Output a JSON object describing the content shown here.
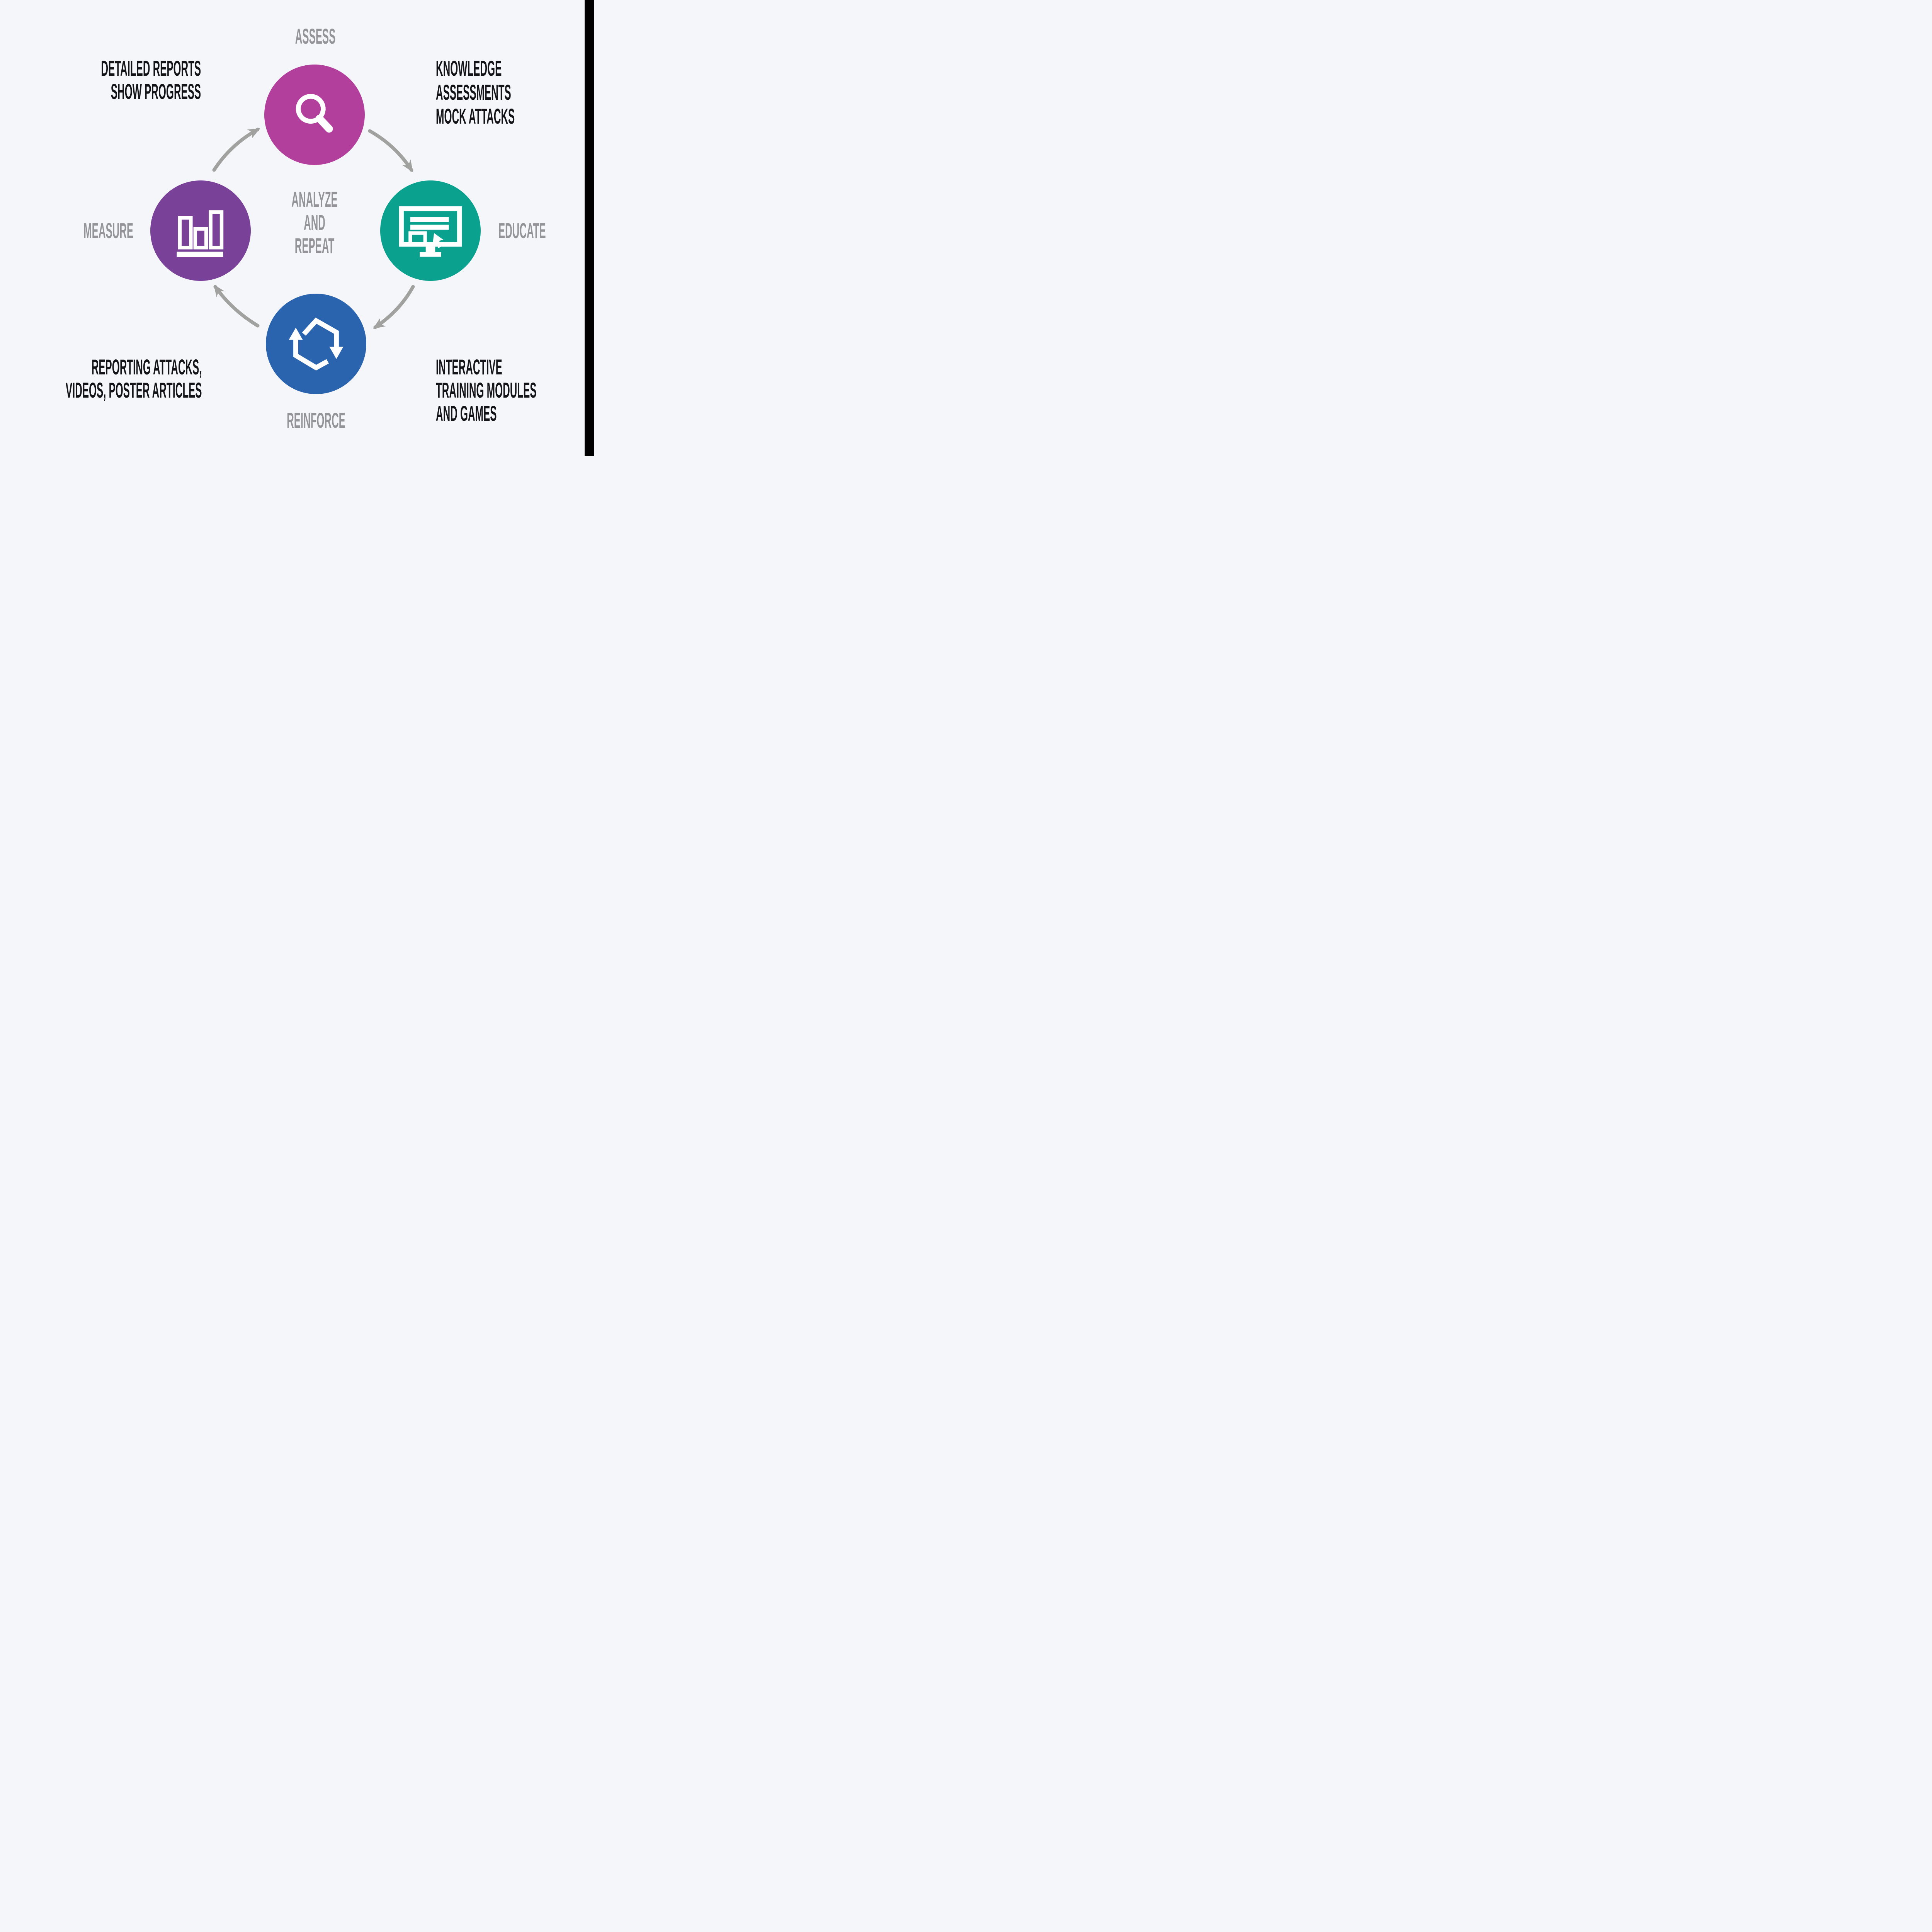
{
  "canvas": {
    "background_color": "#f5f6fa",
    "right_edge_bar_color": "#000000"
  },
  "center_caption": {
    "lines": [
      "ANALYZE",
      "AND",
      "REPEAT"
    ]
  },
  "steps": [
    {
      "id": "assess",
      "label": "ASSESS",
      "circle_color": "#b23f9c",
      "icon": "magnifier-icon"
    },
    {
      "id": "educate",
      "label": "EDUCATE",
      "circle_color": "#0aa28e",
      "icon": "monitor-cursor-icon"
    },
    {
      "id": "reinforce",
      "label": "REINFORCE",
      "circle_color": "#2a63ae",
      "icon": "cycle-hexagon-icon"
    },
    {
      "id": "measure",
      "label": "MEASURE",
      "circle_color": "#7a4199",
      "icon": "bar-chart-icon"
    }
  ],
  "annotations": {
    "top_left": {
      "lines": [
        "DETAILED REPORTS",
        "SHOW PROGRESS"
      ]
    },
    "top_right": {
      "lines": [
        "KNOWLEDGE",
        "ASSESSMENTS",
        "MOCK ATTACKS"
      ]
    },
    "bottom_left": {
      "lines": [
        "REPORTING ATTACKS,",
        "VIDEOS, POSTER ARTICLES"
      ]
    },
    "bottom_right": {
      "lines": [
        "INTERACTIVE",
        "TRAINING MODULES",
        "AND GAMES"
      ]
    }
  },
  "colors": {
    "label_gray": "#949498",
    "annotation_black": "#141417",
    "arrow_gray": "#a1a19f",
    "icon_white": "#ffffff"
  }
}
